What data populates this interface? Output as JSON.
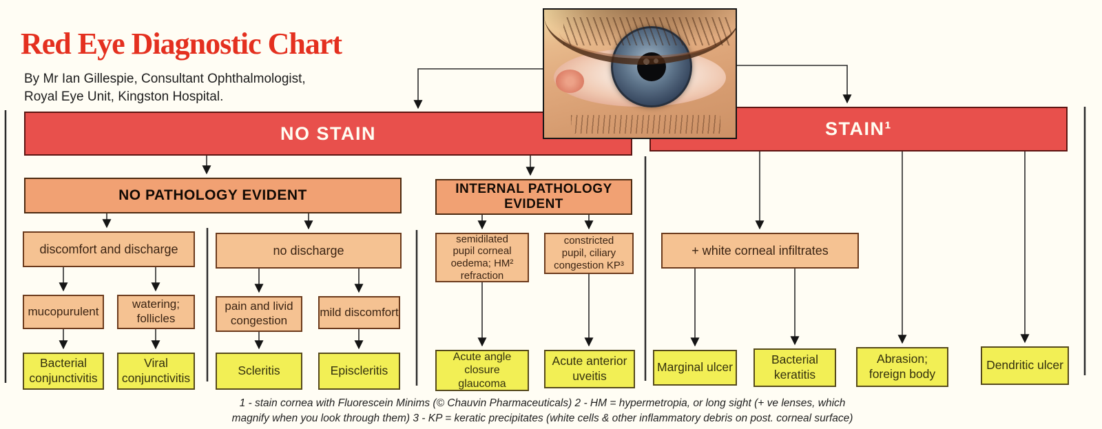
{
  "header": {
    "title": "Red Eye Diagnostic Chart",
    "byline": "By Mr Ian Gillespie, Consultant Ophthalmologist,\nRoyal Eye Unit, Kingston Hospital."
  },
  "eye_photo_label": "close-up photograph of an inflamed red eye",
  "colors": {
    "bar_red": "#e8504c",
    "header_salmon": "#f1a173",
    "condition_peach": "#f5c292",
    "diagnosis_yellow": "#f2ef55",
    "title_red": "#e4301f",
    "background": "#fffdf4"
  },
  "flowchart": {
    "no_stain": {
      "label": "NO STAIN",
      "no_pathology": {
        "label": "NO PATHOLOGY EVIDENT",
        "discomfort_discharge": {
          "label": "discomfort and discharge",
          "mucopurulent": {
            "label": "mucopurulent",
            "diagnosis": "Bacterial\nconjunctivitis"
          },
          "watering": {
            "label": "watering;\nfollicles",
            "diagnosis": "Viral\nconjunctivitis"
          }
        },
        "no_discharge": {
          "label": "no discharge",
          "pain_livid": {
            "label": "pain and livid\ncongestion",
            "diagnosis": "Scleritis"
          },
          "mild_discomfort": {
            "label": "mild discomfort",
            "diagnosis": "Episcleritis"
          }
        }
      },
      "internal_pathology": {
        "label": "INTERNAL PATHOLOGY\nEVIDENT",
        "semidilated": {
          "label": "semidilated\npupil corneal\noedema; HM²\nrefraction",
          "diagnosis": "Acute angle\nclosure\nglaucoma"
        },
        "constricted": {
          "label": "constricted\npupil, ciliary\ncongestion KP³",
          "diagnosis": "Acute anterior\nuveitis"
        }
      }
    },
    "stain": {
      "label": "STAIN¹",
      "white_infiltrates": {
        "label": "+ white corneal infiltrates",
        "marginal_ulcer": {
          "diagnosis": "Marginal ulcer"
        },
        "bacterial_keratitis": {
          "diagnosis": "Bacterial\nkeratitis"
        }
      },
      "abrasion": {
        "diagnosis": "Abrasion;\nforeign body"
      },
      "dendritic": {
        "diagnosis": "Dendritic ulcer"
      }
    }
  },
  "footnotes": "1 - stain cornea with Fluorescein Minims (© Chauvin Pharmaceuticals) 2 - HM = hypermetropia, or long sight (+ ve lenses, which\nmagnify when you look through them) 3 - KP = keratic precipitates (white cells & other inflammatory debris on post. corneal surface)"
}
